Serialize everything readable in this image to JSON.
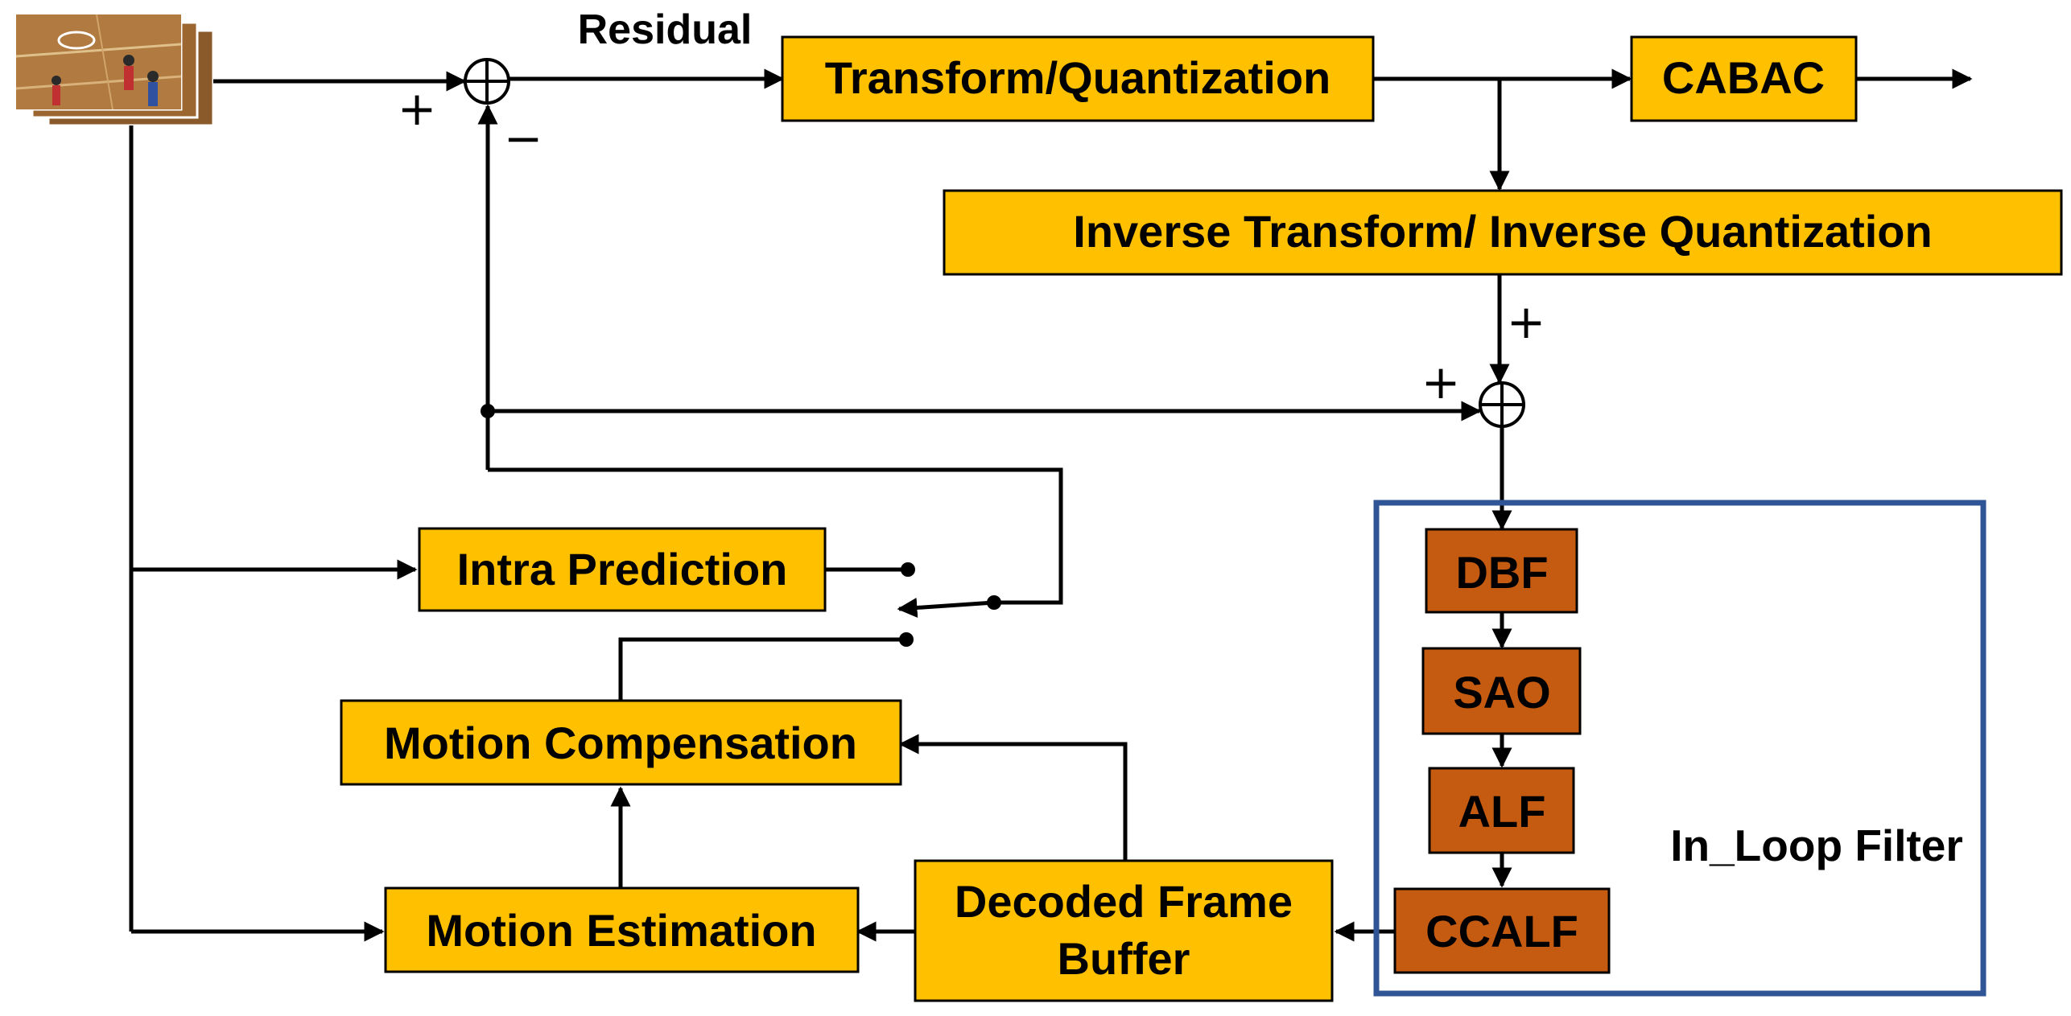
{
  "colors": {
    "yellow_box": "#FFC000",
    "orange_box": "#C55A11",
    "in_loop_border": "#2F5597",
    "line": "#000000"
  },
  "labels": {
    "residual": "Residual",
    "in_loop_filter": "In_Loop Filter",
    "plus": "+",
    "minus": "−"
  },
  "blocks": {
    "transform": "Transform/Quantization",
    "cabac": "CABAC",
    "inverse": "Inverse Transform/ Inverse Quantization",
    "intra": "Intra Prediction",
    "motion_comp": "Motion Compensation",
    "motion_est": "Motion Estimation",
    "dfb_line1": "Decoded Frame",
    "dfb_line2": "Buffer",
    "dbf": "DBF",
    "sao": "SAO",
    "alf": "ALF",
    "ccalf": "CCALF"
  },
  "input_image": "input-video-frames-icon"
}
